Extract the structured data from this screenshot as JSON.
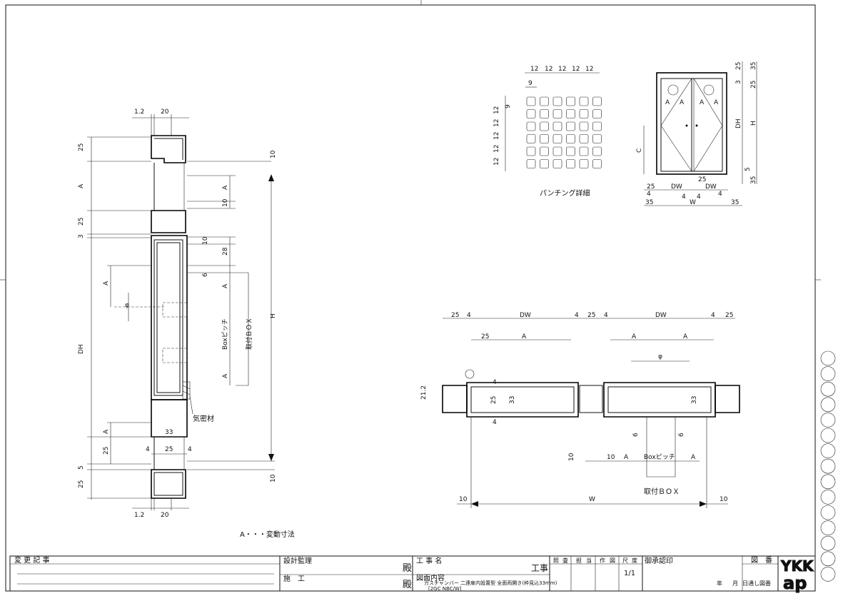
{
  "side_section": {
    "top_dims": [
      "1.2",
      "20"
    ],
    "bottom_dims": [
      "1.2",
      "20"
    ],
    "left_dims": [
      "25",
      "A",
      "25",
      "3",
      "A",
      "DH",
      "A",
      "25",
      "5",
      "25"
    ],
    "right_dims": [
      "10",
      "A",
      "10",
      "10",
      "28",
      "6",
      "A",
      "A",
      "10"
    ],
    "phi": "φ",
    "box_pitch": "Boxピッチ",
    "mount_box_v": "取付ＢＯＸ",
    "height": "H",
    "seal": "気密材",
    "inner_dims": [
      "33",
      "4",
      "25",
      "4"
    ]
  },
  "legend_note": "A・・・変動寸法",
  "punching": {
    "top": [
      "12",
      "12",
      "12",
      "12",
      "12"
    ],
    "left_top": "9",
    "side_first": "9",
    "side": [
      "12",
      "12",
      "12",
      "12",
      "12"
    ],
    "caption": "パンチング詳細"
  },
  "elevation": {
    "top_right": [
      "25",
      "35"
    ],
    "right_col": [
      "3",
      "25"
    ],
    "a_labels": [
      "A",
      "A",
      "A",
      "A"
    ],
    "dh": "DH",
    "h": "H",
    "c": "C",
    "bot_right": [
      "5",
      "35"
    ],
    "bottom_row1": [
      "25",
      "DW",
      "25",
      "DW"
    ],
    "bottom_row2": [
      "4",
      "4",
      "4",
      "4"
    ],
    "w": "W",
    "bottom_35": [
      "35",
      "35"
    ]
  },
  "plan": {
    "top_row": [
      "25",
      "4",
      "DW",
      "4",
      "25",
      "4",
      "DW",
      "4",
      "25"
    ],
    "a_row": [
      "25",
      "A",
      "A",
      "A"
    ],
    "phi": "φ",
    "left_dims": [
      "21.2",
      "4",
      "25",
      "33",
      "4"
    ],
    "right_33": "33",
    "bottom_dims": [
      "6",
      "6",
      "10",
      "10",
      "A",
      "A"
    ],
    "box_pitch": "Boxピッチ",
    "mount_box": "取付ＢＯＸ",
    "w_dims": [
      "10",
      "W",
      "10"
    ]
  },
  "title_block": {
    "revision_header": "変 更 記 事",
    "supervisor": "設計監理",
    "honorific1": "殿",
    "construction": "施　工",
    "honorific2": "殿",
    "project_name": "工 事 名",
    "project_suffix": "工事",
    "drawing_content": "図面内容",
    "drawing_title": "ガスチャンバー 二連扉内設置型 全面両開き(枠見込33mm)",
    "drawing_code": "[2GC NBC/W]",
    "headers": [
      "照",
      "査",
      "担",
      "当",
      "作",
      "図",
      "尺",
      "度"
    ],
    "scale": "1/1",
    "approval": "御承認印",
    "drawing_no": "図　番",
    "year": "年",
    "month": "月",
    "day_received": "日通し図番",
    "logo_top": "YKK",
    "logo_bottom": "ap"
  }
}
